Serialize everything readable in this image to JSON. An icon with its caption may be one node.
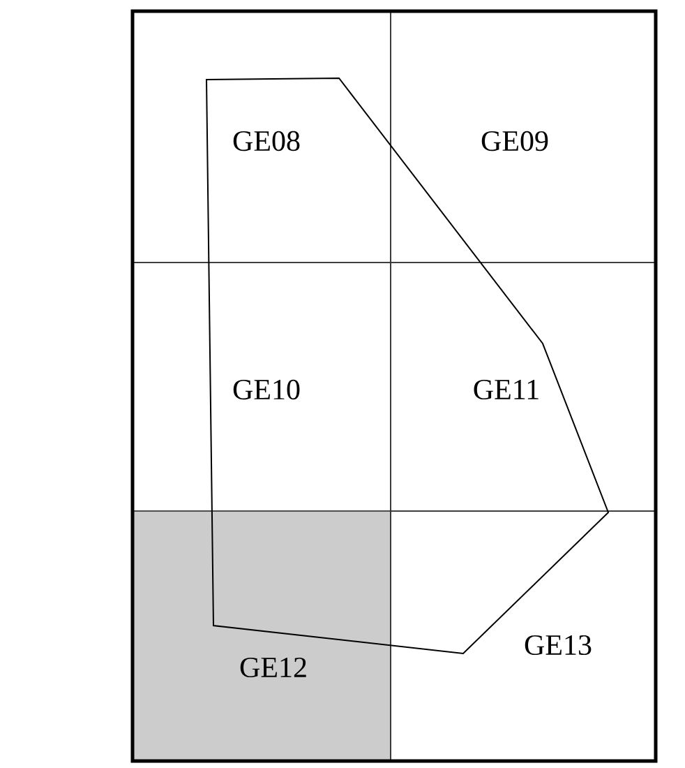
{
  "diagram": {
    "nodes": [
      {
        "text": [
          "GE08"
        ]
      },
      {
        "text": [
          "GE09"
        ]
      },
      {
        "text": [
          "GE10"
        ]
      },
      {
        "text": [
          "GE11"
        ]
      },
      {
        "text": [
          "GE12"
        ]
      },
      {
        "text": [
          "GE13"
        ]
      }
    ]
  }
}
